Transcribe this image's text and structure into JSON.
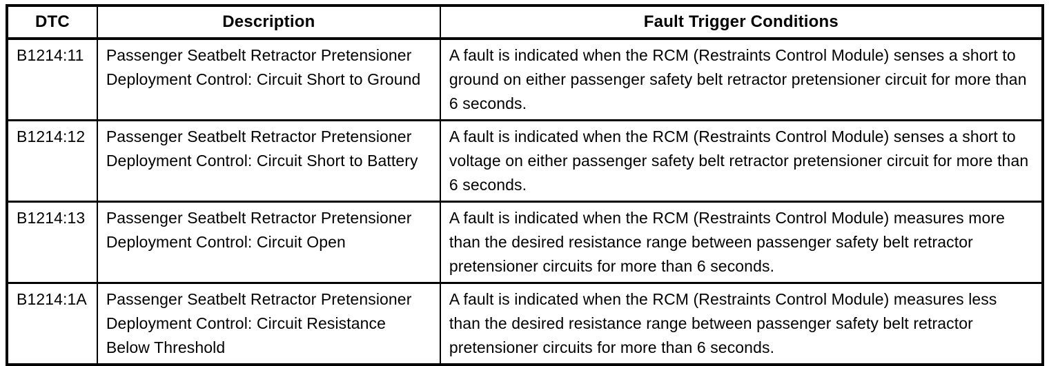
{
  "colors": {
    "border": "#000000",
    "background": "#ffffff",
    "text": "#000000"
  },
  "table": {
    "columns": [
      {
        "label": "DTC"
      },
      {
        "label": "Description"
      },
      {
        "label": "Fault Trigger Conditions"
      }
    ],
    "rows": [
      {
        "dtc": "B1214:11",
        "description": "Passenger Seatbelt Retractor Pretensioner Deployment Control: Circuit Short to Ground",
        "fault_trigger_conditions": "A fault is indicated when the RCM (Restraints Control Module) senses a short to ground on either passenger safety belt retractor pretensioner circuit for more than 6 seconds."
      },
      {
        "dtc": "B1214:12",
        "description": "Passenger Seatbelt Retractor Pretensioner Deployment Control: Circuit Short to Battery",
        "fault_trigger_conditions": "A fault is indicated when the RCM (Restraints Control Module) senses a short to voltage on either passenger safety belt retractor pretensioner circuit for more than 6 seconds."
      },
      {
        "dtc": "B1214:13",
        "description": "Passenger Seatbelt Retractor Pretensioner Deployment Control: Circuit Open",
        "fault_trigger_conditions": "A fault is indicated when the RCM (Restraints Control Module) measures more than the desired resistance range between passenger safety belt retractor pretensioner circuits for more than 6 seconds."
      },
      {
        "dtc": "B1214:1A",
        "description": "Passenger Seatbelt Retractor Pretensioner Deployment Control: Circuit Resistance Below Threshold",
        "fault_trigger_conditions": "A fault is indicated when the RCM (Restraints Control Module) measures less than the desired resistance range between passenger safety belt retractor pretensioner circuits for more than 6 seconds."
      }
    ]
  }
}
